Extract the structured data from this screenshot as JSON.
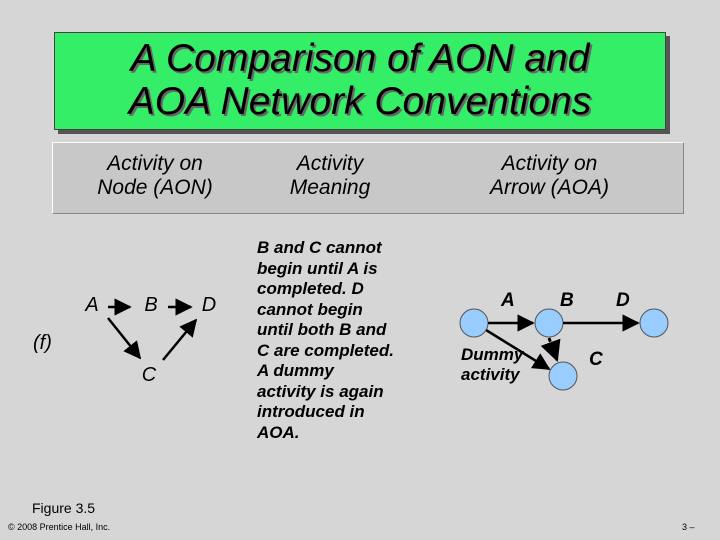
{
  "title": {
    "line1": "A Comparison of AON and",
    "line2": "AOA Network Conventions"
  },
  "headers": {
    "aon": {
      "line1": "Activity on",
      "line2": "Node (AON)"
    },
    "meaning": {
      "line1": "Activity",
      "line2": "Meaning"
    },
    "aoa": {
      "line1": "Activity on",
      "line2": "Arrow (AOA)"
    }
  },
  "row_label": "(f)",
  "aon_nodes": {
    "a": "A",
    "b": "B",
    "c": "C",
    "d": "D"
  },
  "meaning": {
    "lines": [
      "B and C cannot",
      "begin until A is",
      "completed. D",
      "cannot begin",
      "until both B and",
      "C are completed.",
      "A dummy",
      "activity is again",
      "introduced in",
      "AOA."
    ]
  },
  "aoa_labels": {
    "a": "A",
    "b": "B",
    "c": "C",
    "d": "D",
    "dummy_line1": "Dummy",
    "dummy_line2": "activity"
  },
  "colors": {
    "title_bg": "#33ee66",
    "node_fill": "#99ccff",
    "band": "#c8c8c8"
  },
  "footer": {
    "figure": "Figure 3.5",
    "copyright": "© 2008 Prentice Hall, Inc.",
    "page": "3 –"
  }
}
